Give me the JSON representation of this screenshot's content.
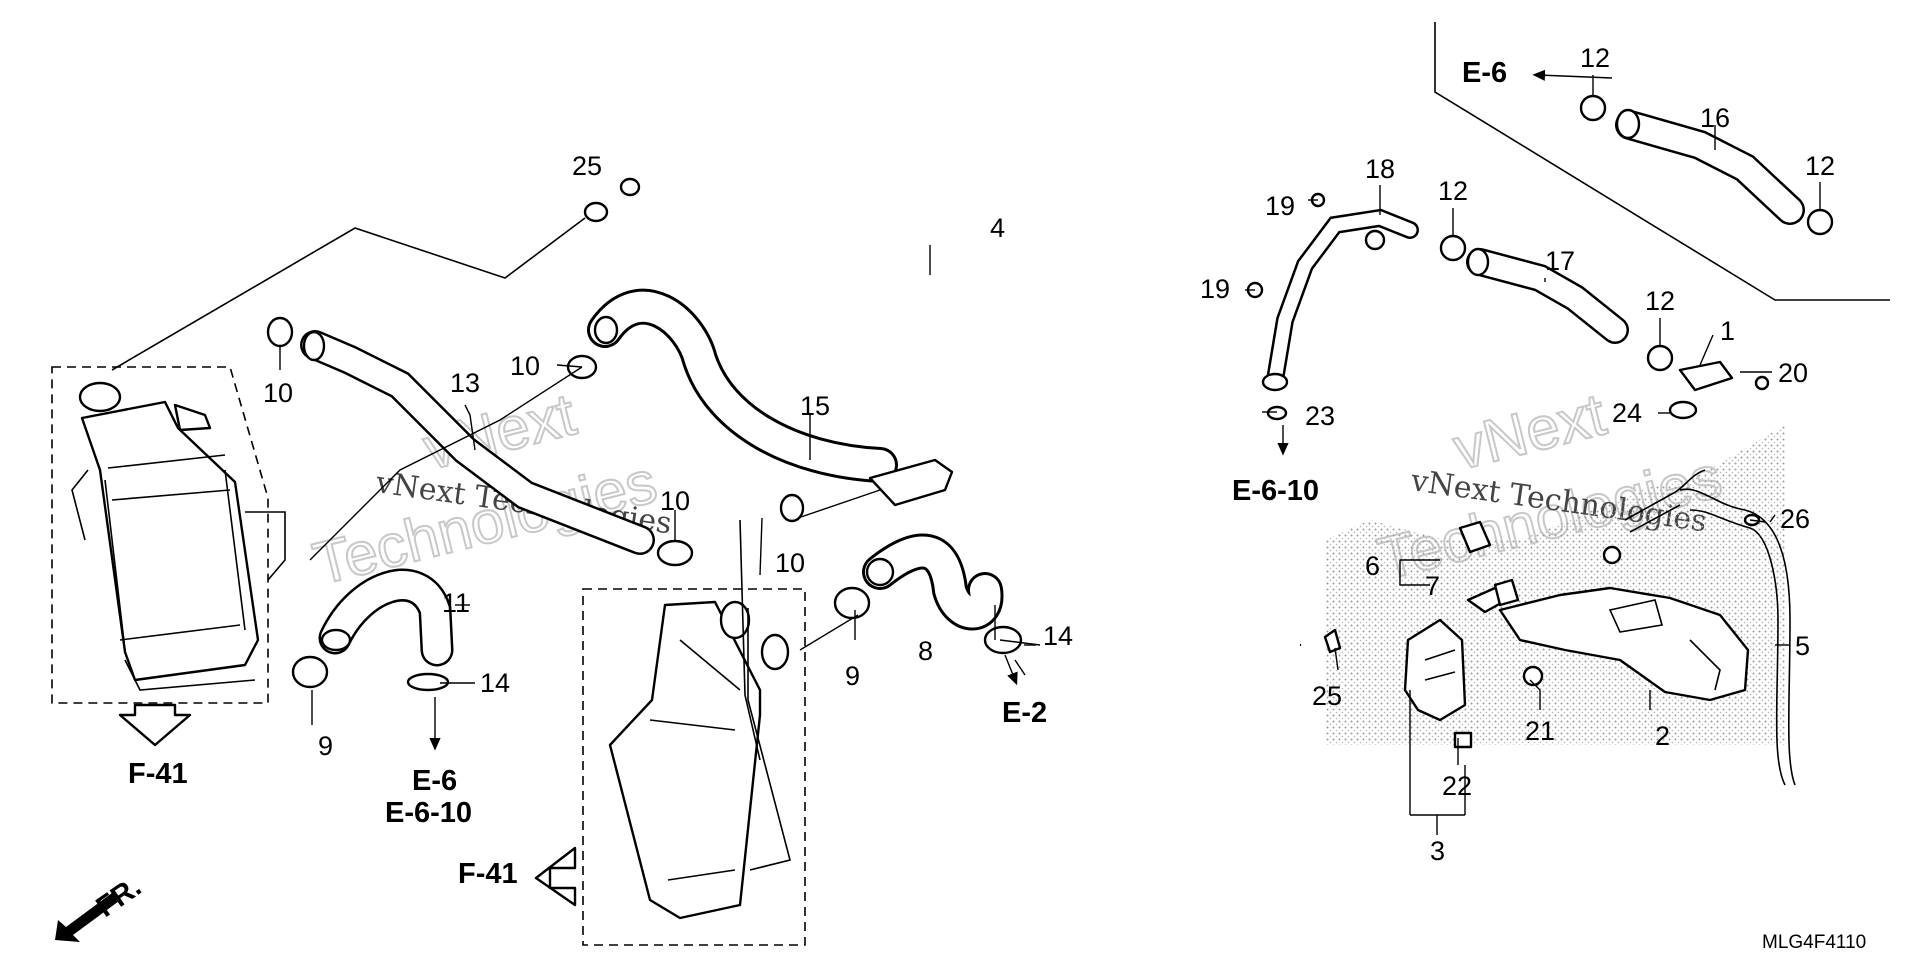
{
  "diagram": {
    "code": "MLG4F4110",
    "watermark": {
      "brand_short": "vNext",
      "brand_long": "Technologies",
      "brand_full": "vNext Technologies"
    },
    "front_label": "FR.",
    "refs": {
      "e6_top": "E-6",
      "e6_10_mid": "E-6-10",
      "e2": "E-2",
      "e6_low": "E-6",
      "e6_10_low": "E-6-10",
      "f41_left": "F-41",
      "f41_center": "F-41"
    },
    "callouts": [
      {
        "id": "c1",
        "label": "1"
      },
      {
        "id": "c2",
        "label": "2"
      },
      {
        "id": "c3",
        "label": "3"
      },
      {
        "id": "c4",
        "label": "4"
      },
      {
        "id": "c5",
        "label": "5"
      },
      {
        "id": "c6",
        "label": "6"
      },
      {
        "id": "c7",
        "label": "7"
      },
      {
        "id": "c8",
        "label": "8"
      },
      {
        "id": "c9a",
        "label": "9"
      },
      {
        "id": "c9b",
        "label": "9"
      },
      {
        "id": "c10a",
        "label": "10"
      },
      {
        "id": "c10b",
        "label": "10"
      },
      {
        "id": "c10c",
        "label": "10"
      },
      {
        "id": "c10d",
        "label": "10"
      },
      {
        "id": "c11",
        "label": "11"
      },
      {
        "id": "c12a",
        "label": "12"
      },
      {
        "id": "c12b",
        "label": "12"
      },
      {
        "id": "c12c",
        "label": "12"
      },
      {
        "id": "c12d",
        "label": "12"
      },
      {
        "id": "c13",
        "label": "13"
      },
      {
        "id": "c14a",
        "label": "14"
      },
      {
        "id": "c14b",
        "label": "14"
      },
      {
        "id": "c15",
        "label": "15"
      },
      {
        "id": "c16",
        "label": "16"
      },
      {
        "id": "c17",
        "label": "17"
      },
      {
        "id": "c18",
        "label": "18"
      },
      {
        "id": "c19a",
        "label": "19"
      },
      {
        "id": "c19b",
        "label": "19"
      },
      {
        "id": "c20",
        "label": "20"
      },
      {
        "id": "c21",
        "label": "21"
      },
      {
        "id": "c22",
        "label": "22"
      },
      {
        "id": "c23",
        "label": "23"
      },
      {
        "id": "c24",
        "label": "24"
      },
      {
        "id": "c25a",
        "label": "25"
      },
      {
        "id": "c25b",
        "label": "25"
      },
      {
        "id": "c26",
        "label": "26"
      }
    ]
  }
}
